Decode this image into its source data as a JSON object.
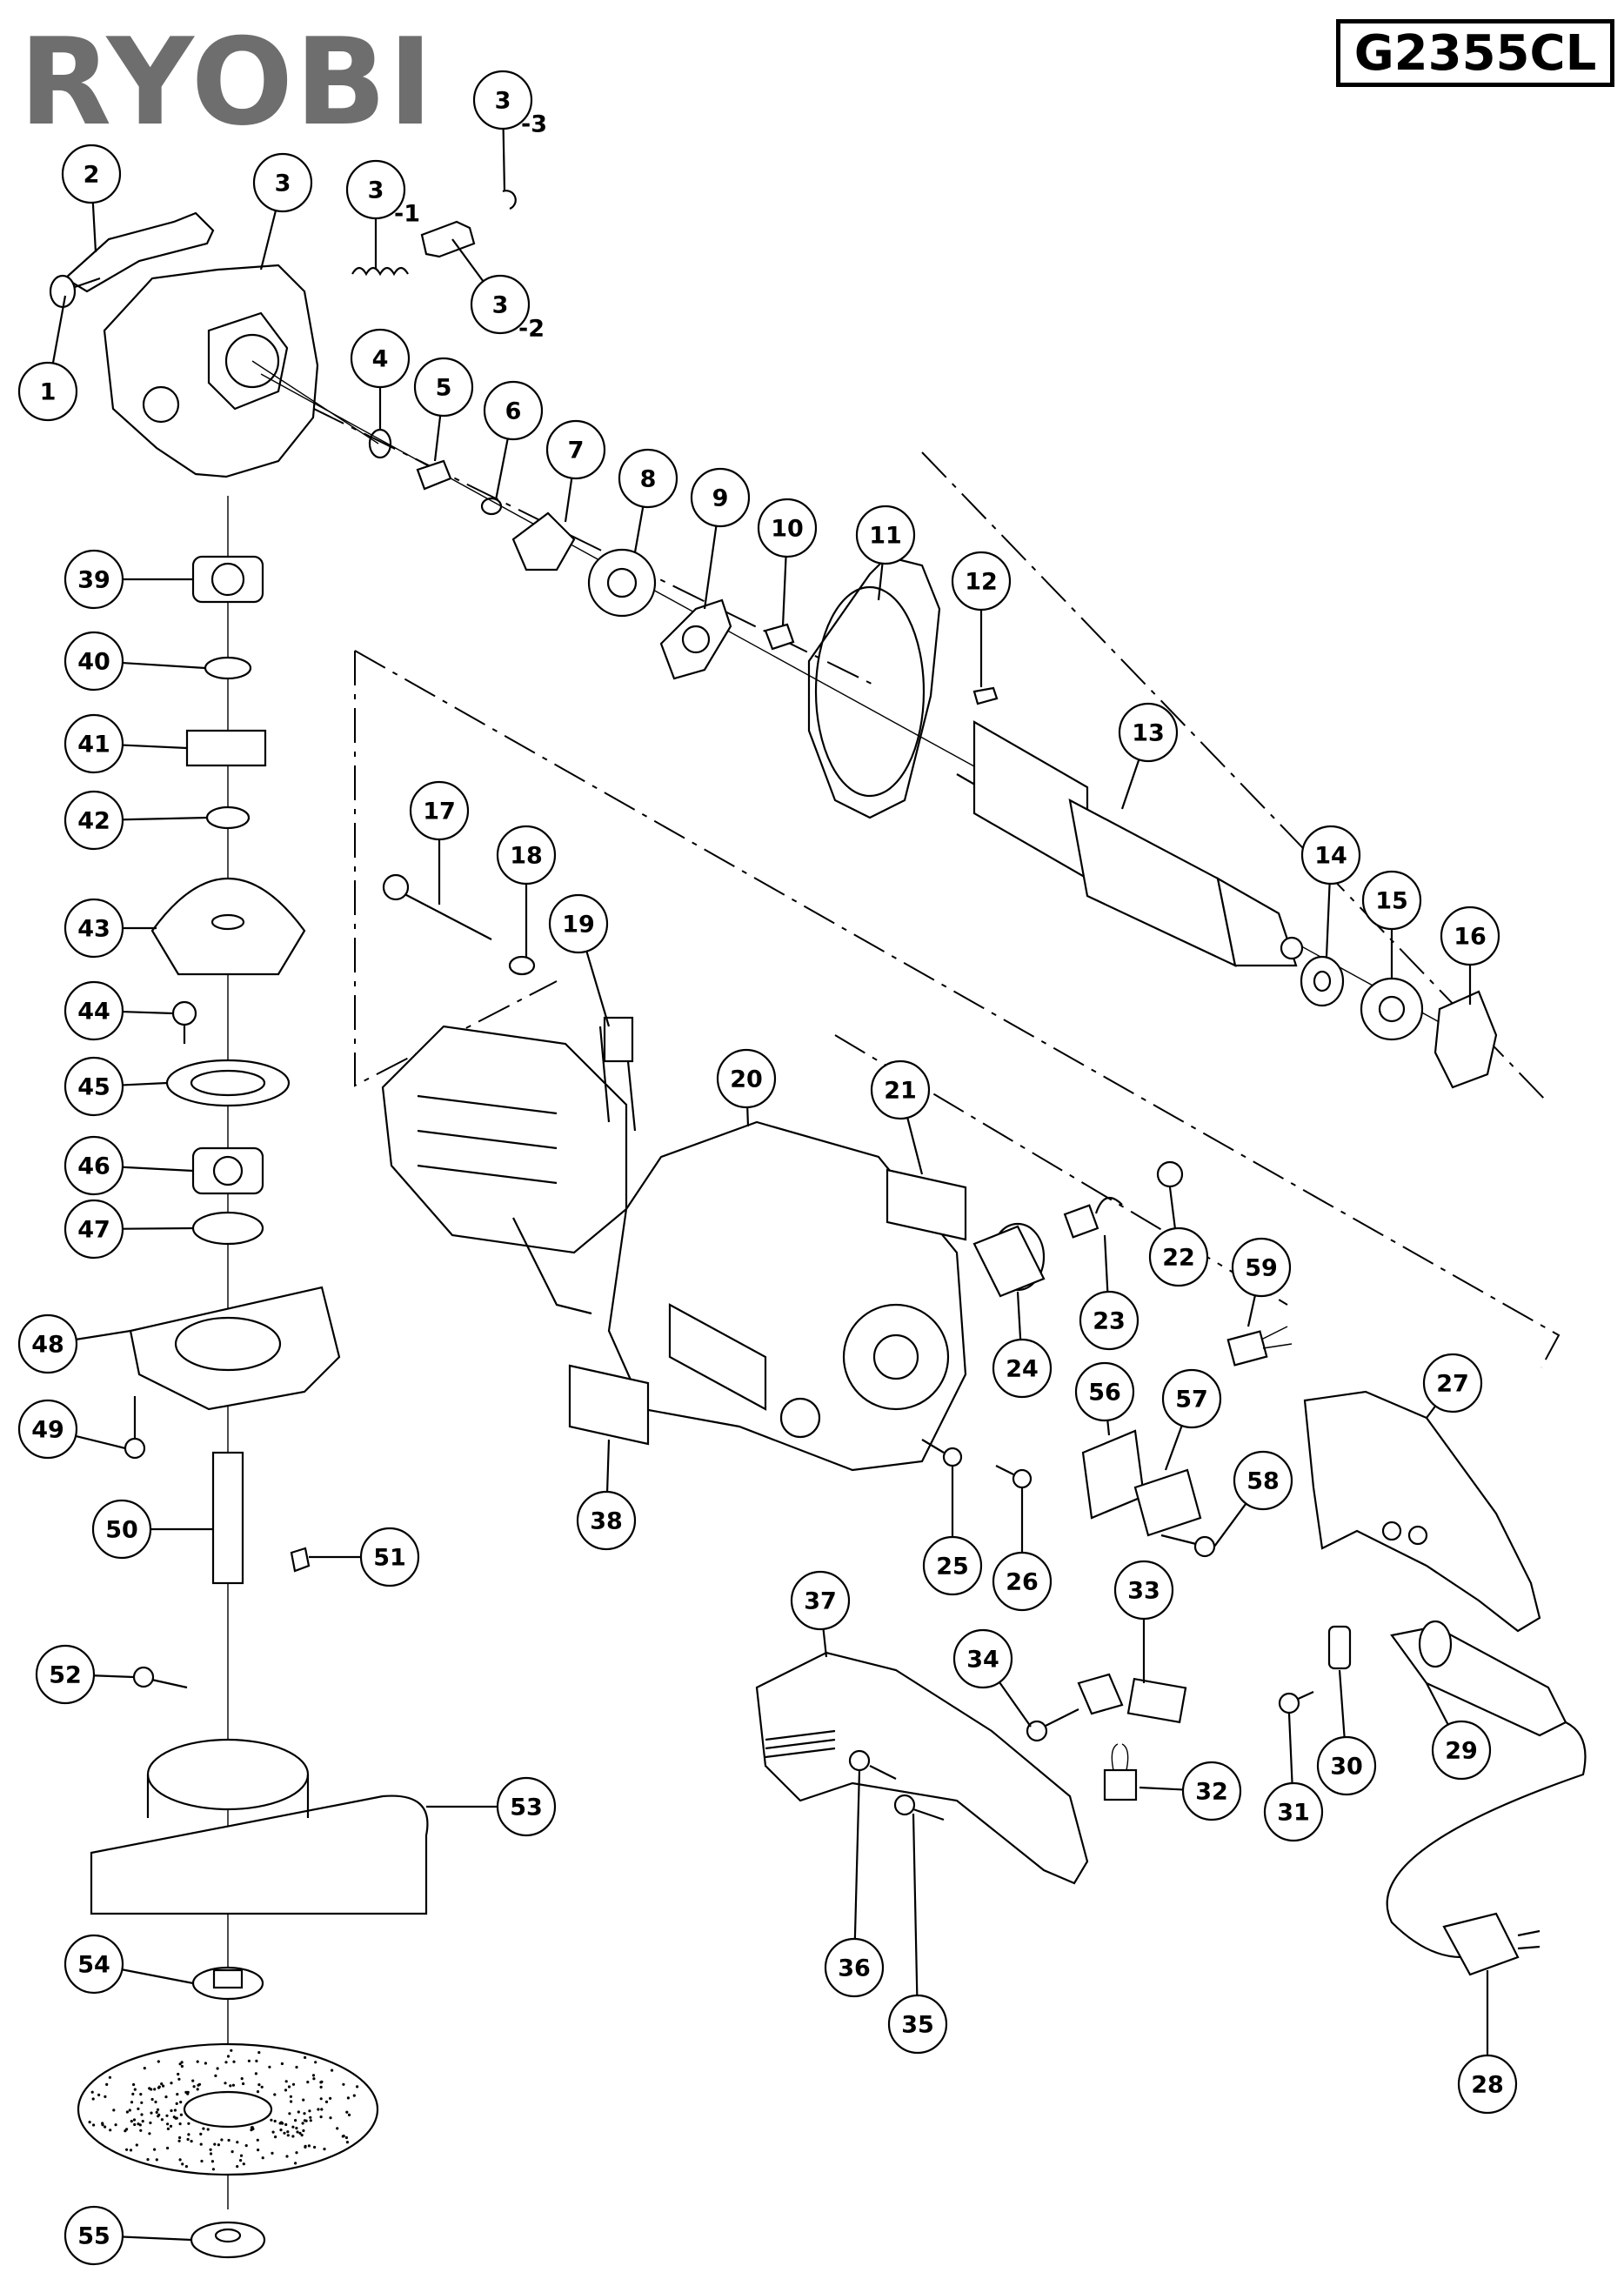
{
  "header": {
    "brand": "RYOBI",
    "model": "G2355CL"
  },
  "parts": [
    {
      "id": "p1",
      "label": "1"
    },
    {
      "id": "p2",
      "label": "2"
    },
    {
      "id": "p3",
      "label": "3"
    },
    {
      "id": "p3_1",
      "label": "3",
      "suffix": "-1"
    },
    {
      "id": "p3_2",
      "label": "3",
      "suffix": "-2"
    },
    {
      "id": "p3_3",
      "label": "3",
      "suffix": "-3"
    },
    {
      "id": "p4",
      "label": "4"
    },
    {
      "id": "p5",
      "label": "5"
    },
    {
      "id": "p6",
      "label": "6"
    },
    {
      "id": "p7",
      "label": "7"
    },
    {
      "id": "p8",
      "label": "8"
    },
    {
      "id": "p9",
      "label": "9"
    },
    {
      "id": "p10",
      "label": "10"
    },
    {
      "id": "p11",
      "label": "11"
    },
    {
      "id": "p12",
      "label": "12"
    },
    {
      "id": "p13",
      "label": "13"
    },
    {
      "id": "p14",
      "label": "14"
    },
    {
      "id": "p15",
      "label": "15"
    },
    {
      "id": "p16",
      "label": "16"
    },
    {
      "id": "p17",
      "label": "17"
    },
    {
      "id": "p18",
      "label": "18"
    },
    {
      "id": "p19",
      "label": "19"
    },
    {
      "id": "p20",
      "label": "20"
    },
    {
      "id": "p21",
      "label": "21"
    },
    {
      "id": "p22",
      "label": "22"
    },
    {
      "id": "p23",
      "label": "23"
    },
    {
      "id": "p24",
      "label": "24"
    },
    {
      "id": "p25",
      "label": "25"
    },
    {
      "id": "p26",
      "label": "26"
    },
    {
      "id": "p27",
      "label": "27"
    },
    {
      "id": "p28",
      "label": "28"
    },
    {
      "id": "p29",
      "label": "29"
    },
    {
      "id": "p30",
      "label": "30"
    },
    {
      "id": "p31",
      "label": "31"
    },
    {
      "id": "p32",
      "label": "32"
    },
    {
      "id": "p33",
      "label": "33"
    },
    {
      "id": "p34",
      "label": "34"
    },
    {
      "id": "p35",
      "label": "35"
    },
    {
      "id": "p36",
      "label": "36"
    },
    {
      "id": "p37",
      "label": "37"
    },
    {
      "id": "p38",
      "label": "38"
    },
    {
      "id": "p39",
      "label": "39"
    },
    {
      "id": "p40",
      "label": "40"
    },
    {
      "id": "p41",
      "label": "41"
    },
    {
      "id": "p42",
      "label": "42"
    },
    {
      "id": "p43",
      "label": "43"
    },
    {
      "id": "p44",
      "label": "44"
    },
    {
      "id": "p45",
      "label": "45"
    },
    {
      "id": "p46",
      "label": "46"
    },
    {
      "id": "p47",
      "label": "47"
    },
    {
      "id": "p48",
      "label": "48"
    },
    {
      "id": "p49",
      "label": "49"
    },
    {
      "id": "p50",
      "label": "50"
    },
    {
      "id": "p51",
      "label": "51"
    },
    {
      "id": "p52",
      "label": "52"
    },
    {
      "id": "p53",
      "label": "53"
    },
    {
      "id": "p54",
      "label": "54"
    },
    {
      "id": "p55",
      "label": "55"
    },
    {
      "id": "p56",
      "label": "56"
    },
    {
      "id": "p57",
      "label": "57"
    },
    {
      "id": "p58",
      "label": "58"
    },
    {
      "id": "p59",
      "label": "59"
    }
  ]
}
